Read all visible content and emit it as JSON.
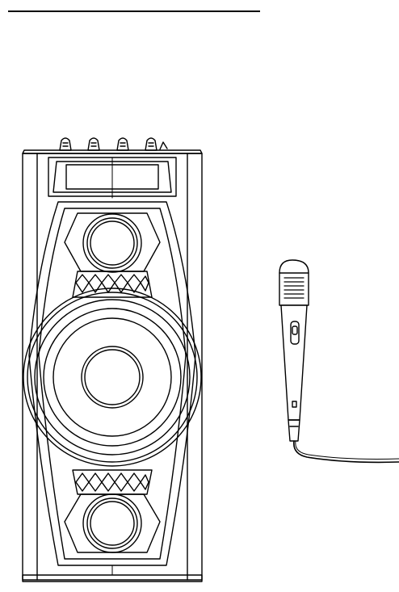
{
  "figure": {
    "items": [
      {
        "name": "portable-party-speaker",
        "icon": "speaker-illustration"
      },
      {
        "name": "wired-microphone",
        "icon": "microphone-illustration"
      }
    ],
    "colors": {
      "line": "#000000",
      "background": "#ffffff"
    }
  }
}
